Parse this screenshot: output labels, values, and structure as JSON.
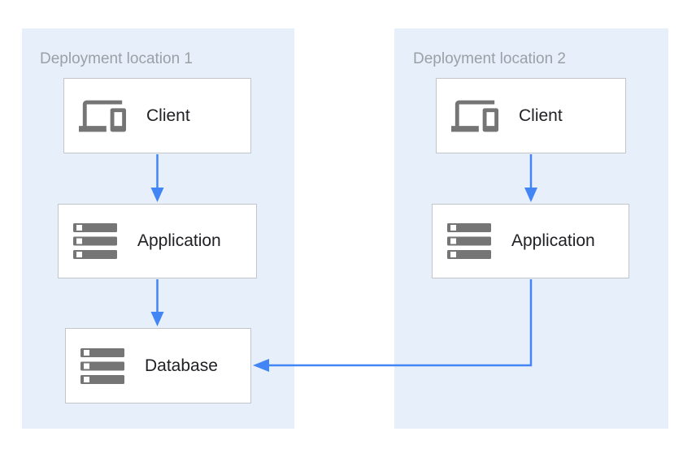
{
  "diagram": {
    "groups": [
      {
        "id": "deployment-location-1",
        "label": "Deployment location 1",
        "nodes": [
          {
            "id": "client-1",
            "label": "Client",
            "icon": "devices-icon"
          },
          {
            "id": "application-1",
            "label": "Application",
            "icon": "storage-icon"
          },
          {
            "id": "database-1",
            "label": "Database",
            "icon": "storage-icon"
          }
        ]
      },
      {
        "id": "deployment-location-2",
        "label": "Deployment location 2",
        "nodes": [
          {
            "id": "client-2",
            "label": "Client",
            "icon": "devices-icon"
          },
          {
            "id": "application-2",
            "label": "Application",
            "icon": "storage-icon"
          }
        ]
      }
    ],
    "edges": [
      {
        "from": "client-1",
        "to": "application-1"
      },
      {
        "from": "application-1",
        "to": "database-1"
      },
      {
        "from": "client-2",
        "to": "application-2"
      },
      {
        "from": "application-2",
        "to": "database-1"
      }
    ],
    "colors": {
      "group_fill": "#E6EFFA",
      "node_fill": "#FFFFFF",
      "node_border": "#C2C6CA",
      "icon_gray": "#757575",
      "arrow_blue": "#4285F4",
      "group_label_text": "#9AA0A6",
      "node_label_text": "#202124"
    }
  }
}
